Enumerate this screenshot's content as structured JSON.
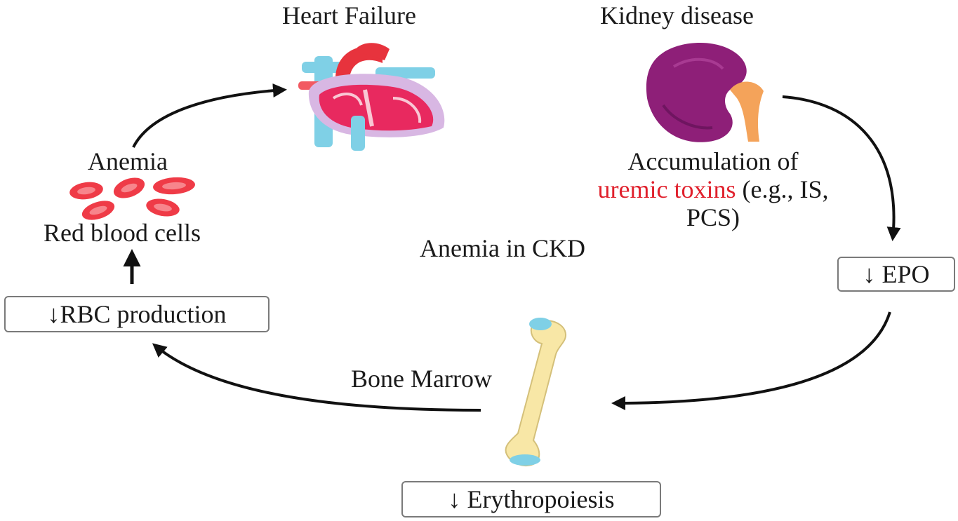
{
  "heart": {
    "label": "Heart Failure",
    "icon": "heart-icon"
  },
  "kidney": {
    "label": "Kidney disease",
    "icon": "kidney-icon",
    "accumulation_line1": "Accumulation of",
    "toxins": "uremic toxins",
    "toxins_rest": " (e.g., IS,",
    "accumulation_line3": "PCS)"
  },
  "anemia": {
    "label": "Anemia",
    "icon": "red-blood-cells-icon",
    "cells_label": "Red blood cells"
  },
  "center_label": "Anemia in CKD",
  "boxes": {
    "epo": "↓ EPO",
    "rbc": "↓RBC production",
    "erythro": "↓ Erythropoiesis"
  },
  "bone": {
    "label": "Bone Marrow",
    "icon": "bone-icon"
  },
  "colors": {
    "toxins": "#e0202c",
    "kidney": "#8e1f78",
    "ureter": "#f4a35a",
    "heart": "#e8295f",
    "vessel": "#7fd0e6",
    "bone": "#f8e7a6",
    "rbc": "#ef3b47"
  }
}
